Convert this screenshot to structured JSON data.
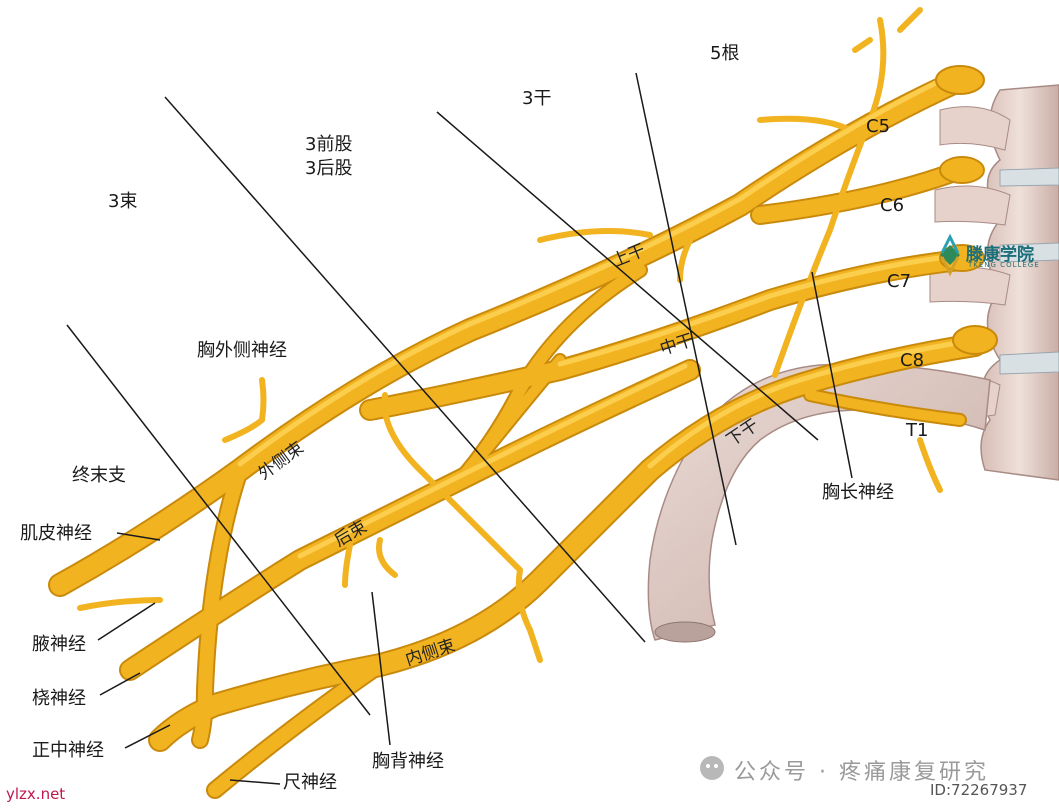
{
  "labels": {
    "roots": "5根",
    "trunks": "3干",
    "divisions_anterior": "3前股",
    "divisions_posterior": "3后股",
    "cords": "3束",
    "terminal_branches": "终末支",
    "superior_trunk": "上干",
    "middle_trunk": "中干",
    "inferior_trunk": "下干",
    "lateral_cord": "外侧束",
    "posterior_cord": "后束",
    "medial_cord": "内侧束",
    "c5": "C5",
    "c6": "C6",
    "c7": "C7",
    "c8": "C8",
    "t1": "T1",
    "lateral_pectoral_nerve": "胸外侧神经",
    "musculocutaneous_nerve": "肌皮神经",
    "axillary_nerve": "腋神经",
    "radial_nerve": "桡神经",
    "median_nerve": "正中神经",
    "ulnar_nerve": "尺神经",
    "thoracodorsal_nerve": "胸背神经",
    "long_thoracic_nerve": "胸长神经"
  },
  "logo": {
    "name": "滕康学院",
    "subtitle": "TKENG COLLEGE"
  },
  "watermark": {
    "account": "公众号 · 疼痛康复研究",
    "id": "ID:72267937",
    "site": "ylzx.net"
  },
  "colors": {
    "nerve": "#f2b320",
    "nerve_shadow": "#c98a0c",
    "nerve_highlight": "#ffd55a",
    "bone": "#e7d3cc",
    "bone_shadow": "#b89c95",
    "line": "#1a1a1a"
  }
}
